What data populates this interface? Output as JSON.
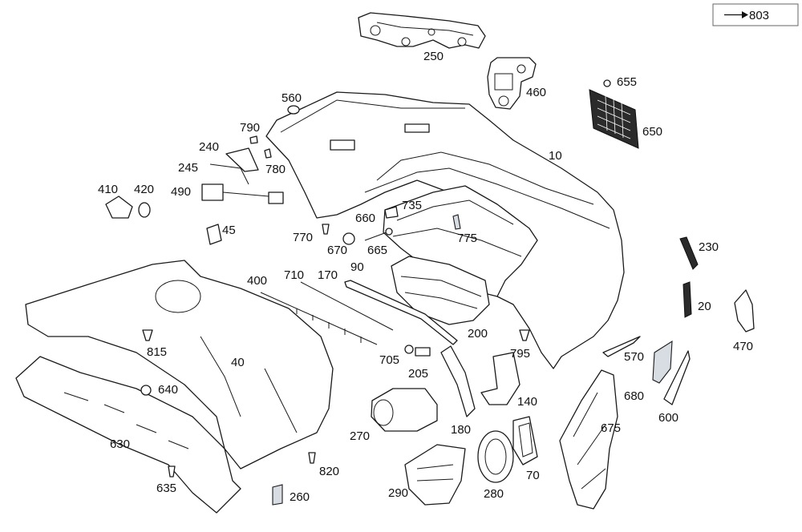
{
  "reference": {
    "text": "803",
    "arrow": "arrow-right-icon"
  },
  "labels": {
    "p10": "10",
    "p20": "20",
    "p40": "40",
    "p45": "45",
    "p70": "70",
    "p90": "90",
    "p140": "140",
    "p170": "170",
    "p180": "180",
    "p200": "200",
    "p205": "205",
    "p230": "230",
    "p240": "240",
    "p245": "245",
    "p250": "250",
    "p260": "260",
    "p270": "270",
    "p280": "280",
    "p290": "290",
    "p400": "400",
    "p410": "410",
    "p420": "420",
    "p460": "460",
    "p470": "470",
    "p490": "490",
    "p560": "560",
    "p570": "570",
    "p600": "600",
    "p630": "630",
    "p635": "635",
    "p640": "640",
    "p650": "650",
    "p655": "655",
    "p660": "660",
    "p665": "665",
    "p670": "670",
    "p675": "675",
    "p680": "680",
    "p705": "705",
    "p710": "710",
    "p735": "735",
    "p770": "770",
    "p775": "775",
    "p780": "780",
    "p790": "790",
    "p795": "795",
    "p815": "815",
    "p820": "820"
  },
  "colors": {
    "line": "#1a1a1a",
    "highlight": "#d8dde3",
    "background": "#ffffff"
  }
}
